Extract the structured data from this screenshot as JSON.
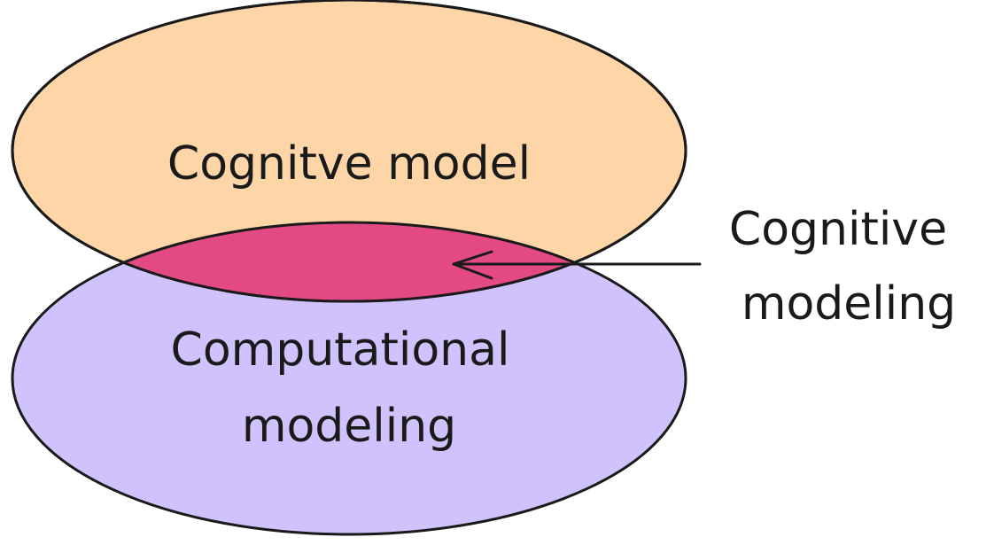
{
  "diagram": {
    "top_ellipse_label": "Cognitve model",
    "bottom_ellipse_label_line1": "Computational",
    "bottom_ellipse_label_line2": "modeling",
    "intersection_label_line1": "Cognitive",
    "intersection_label_line2": "modeling"
  },
  "colors": {
    "top_ellipse_fill": "#FDD5A7",
    "bottom_ellipse_fill": "#D0C2FC",
    "intersection_fill": "#E34A84",
    "outline": "#1a1a1a",
    "text": "#1a1a1a"
  }
}
